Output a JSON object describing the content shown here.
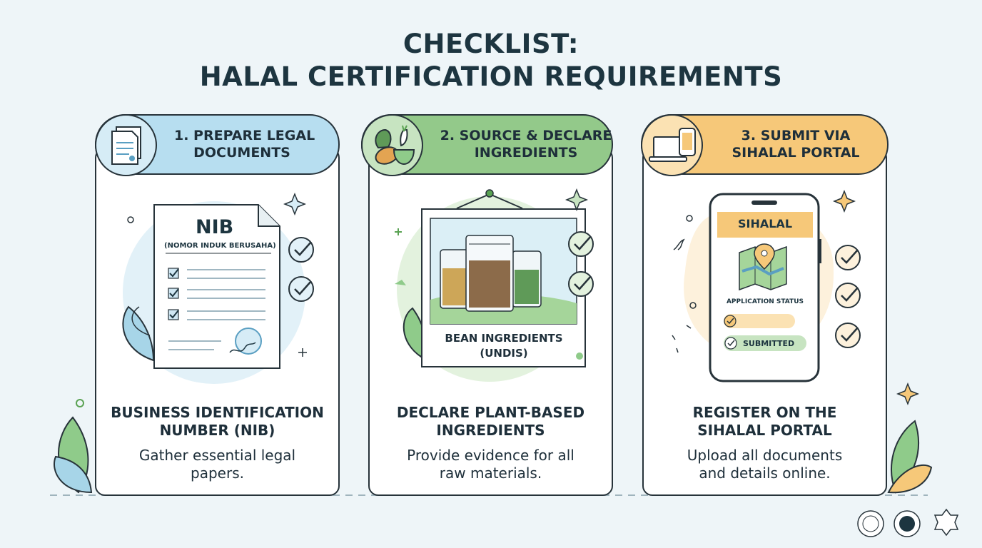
{
  "header": {
    "title_line1": "CHECKLIST:",
    "title_line2": "HALAL CERTIFICATION REQUIREMENTS"
  },
  "steps": [
    {
      "pill_line1": "1. PREPARE LEGAL",
      "pill_line2": "DOCUMENTS",
      "heading_line1": "BUSINESS IDENTIFICATION",
      "heading_line2": "NUMBER (NIB)",
      "desc_line1": "Gather essential legal",
      "desc_line2": "papers.",
      "doc_title": "NIB",
      "doc_subtitle": "(NOMOR INDUK BERUSAHA)"
    },
    {
      "pill_line1": "2. SOURCE & DECLARE",
      "pill_line2": "INGREDIENTS",
      "heading_line1": "DECLARE PLANT-BASED",
      "heading_line2": "INGREDIENTS",
      "desc_line1": "Provide evidence for all",
      "desc_line2": "raw materials.",
      "bag_line1": "BEAN INGREDIENTS",
      "bag_line2": "(UNDIS)"
    },
    {
      "pill_line1": "3. SUBMIT VIA",
      "pill_line2": "SIHALAL PORTAL",
      "heading_line1": "REGISTER ON THE",
      "heading_line2": "SIHALAL PORTAL",
      "desc_line1": "Upload all documents",
      "desc_line2": "and details online.",
      "app_title": "SIHALAL",
      "app_status": "APPLICATION STATUS",
      "app_submitted": "SUBMITTED"
    }
  ],
  "colors": {
    "step1": "#b7def0",
    "step2": "#93c98a",
    "step3": "#f6c879",
    "outline": "#27333a",
    "check_blue": "#5a9fc2",
    "check_green": "#5aa253",
    "check_orange": "#e3a52f"
  },
  "icons": [
    "document-stack-icon",
    "vegetables-icon",
    "devices-icon",
    "checkmark-icon",
    "sparkle-icon",
    "map-pin-icon",
    "leaf-icon"
  ]
}
